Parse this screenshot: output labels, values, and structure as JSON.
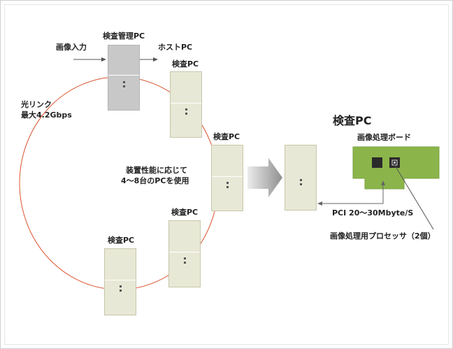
{
  "labels": {
    "image_input": "画像入力",
    "inspection_mgmt_pc": "検査管理PC",
    "host_pc": "ホストPC",
    "inspection_pc": "検査PC",
    "optical_link_line1": "光リンク",
    "optical_link_line2": "最大4.2Gbps",
    "device_perf_line1": "装置性能に応じて",
    "device_perf_line2": "4〜8台のPCを使用",
    "inspection_pc_title": "検査PC",
    "image_processing_board": "画像処理ボード",
    "pci_speed": "PCI 20〜30Mbyte/S",
    "image_processor_note": "画像処理用プロセッサ（2個）"
  },
  "colors": {
    "ring": "#d9542f",
    "pc_body": "#e8e8d6",
    "pc_mgmt": "#c8c8c8",
    "board": "#8bb54a",
    "arrow": "#a9a9a9"
  }
}
